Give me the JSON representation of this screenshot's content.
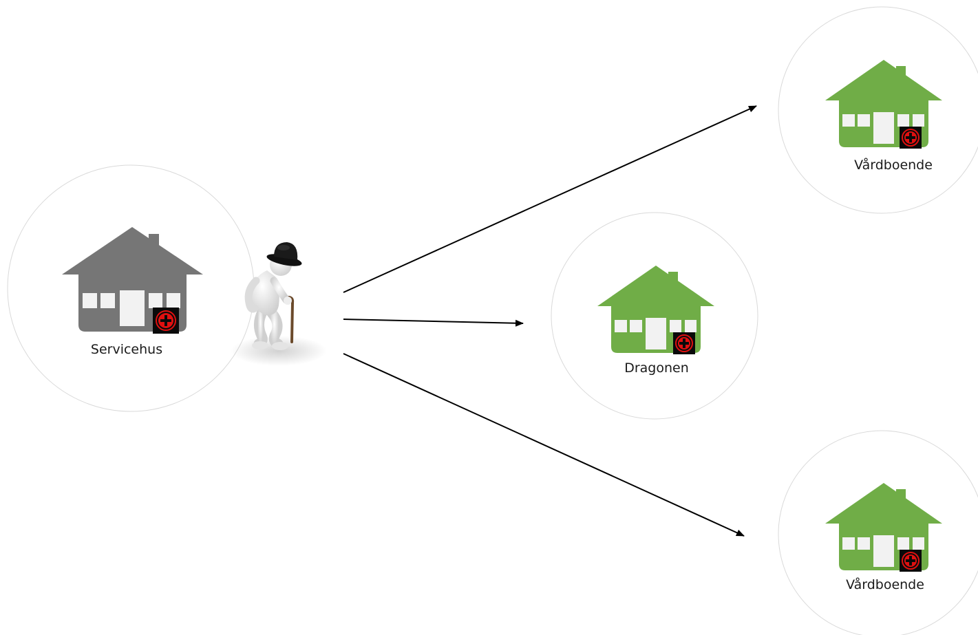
{
  "diagram": {
    "source": {
      "label": "Servicehus",
      "color": "#767676"
    },
    "person": {
      "icon": "elderly-man-with-cane-icon"
    },
    "targets": [
      {
        "label": "Vårdboende",
        "color": "#70ad47"
      },
      {
        "label": "Dragonen",
        "color": "#70ad47"
      },
      {
        "label": "Vårdboende",
        "color": "#70ad47"
      }
    ],
    "badge": {
      "icon": "red-cross-icon",
      "background": "#0a0a0a",
      "cross_color": "#e01010"
    },
    "circle_stroke": "#d9d9d9",
    "arrow_color": "#000000"
  }
}
